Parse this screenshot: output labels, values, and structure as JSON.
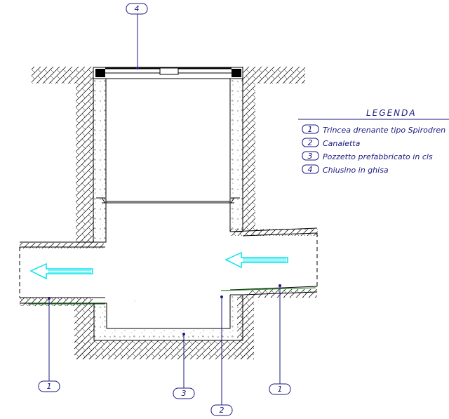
{
  "legend": {
    "title": "LEGENDA",
    "items": [
      {
        "num": "1",
        "text": "Trincea drenante tipo Spirodren"
      },
      {
        "num": "2",
        "text": "Canaletta"
      },
      {
        "num": "3",
        "text": "Pozzetto prefabbricato in cls"
      },
      {
        "num": "4",
        "text": "Chiusino in ghisa"
      }
    ]
  },
  "callouts": {
    "top": "4",
    "left": "1",
    "bottom": "3",
    "channel": "2",
    "right": "1"
  },
  "colors": {
    "ink": "#000000",
    "annotation": "#1a1a80",
    "flow_arrow": "#00e5ee",
    "green_line": "#2e8b2e"
  }
}
